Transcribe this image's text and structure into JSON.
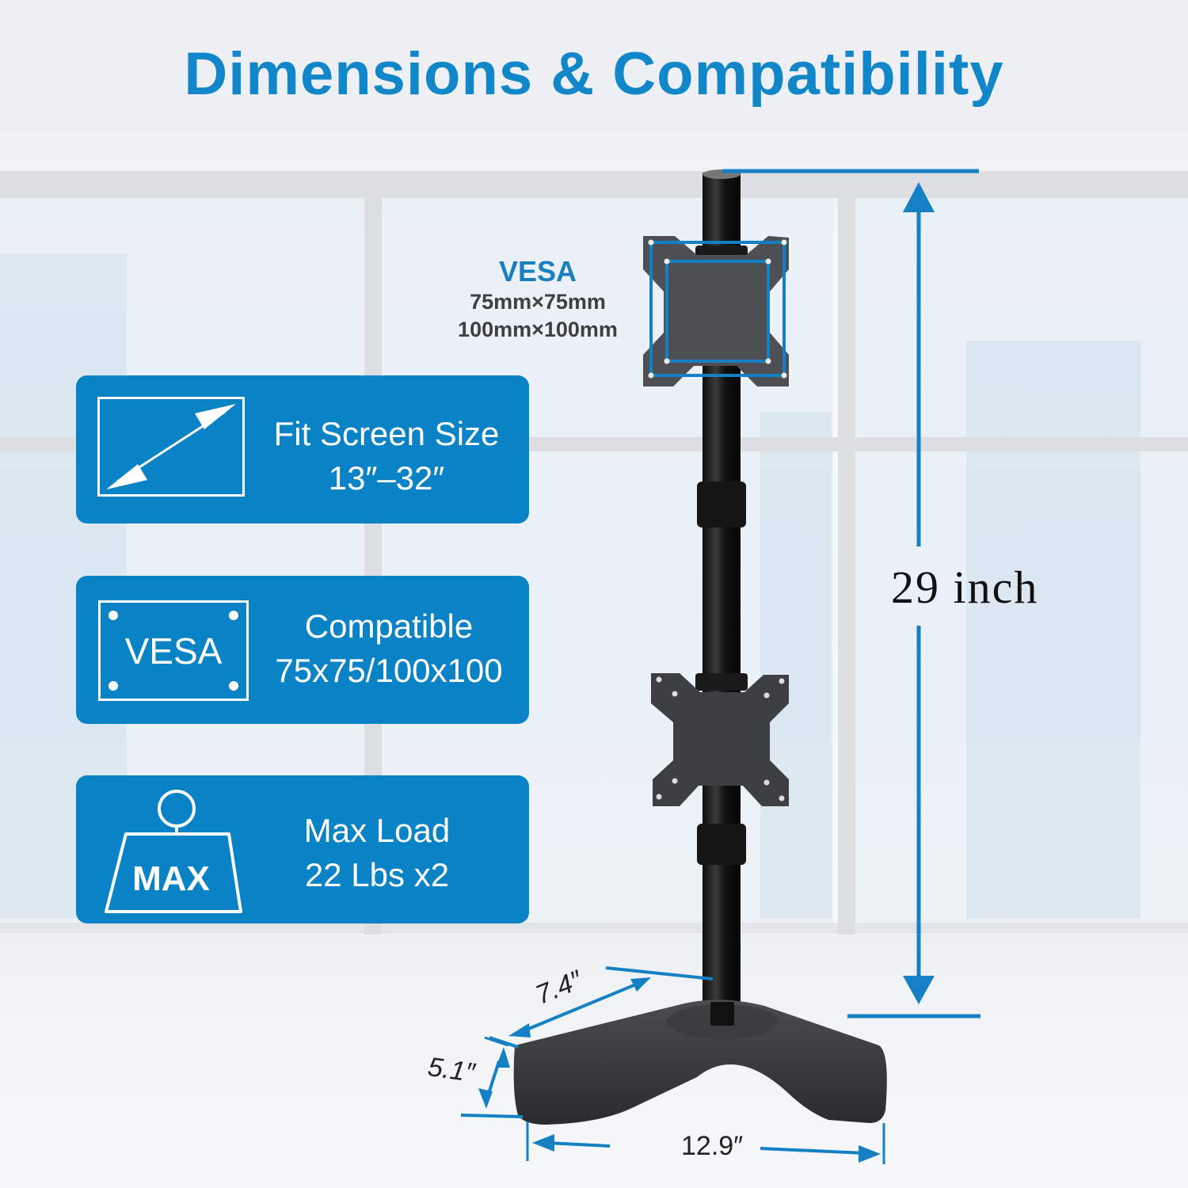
{
  "title": "Dimensions & Compatibility",
  "colors": {
    "accent": "#0a83c6",
    "title": "#1186c9",
    "annotation_line": "#1580c4",
    "stand_metal": "#1a1a1a"
  },
  "vesa_callout": {
    "heading": "VESA",
    "line1": "75mm×75mm",
    "line2": "100mm×100mm"
  },
  "feature_cards": [
    {
      "icon": "diagonal-screen-icon",
      "line1": "Fit Screen Size",
      "line2": "13″–32″"
    },
    {
      "icon": "vesa-plate-icon",
      "icon_text": "VESA",
      "line1": "Compatible",
      "line2": "75x75/100x100"
    },
    {
      "icon": "weight-icon",
      "icon_text": "MAX",
      "line1": "Max Load",
      "line2": "22 Lbs x2"
    }
  ],
  "dimensions": {
    "height": "29 inch",
    "base_depth": "7.4″",
    "foot_width": "5.1″",
    "base_width": "12.9″"
  }
}
